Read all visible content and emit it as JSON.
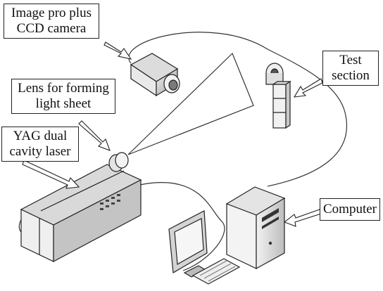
{
  "labels": {
    "camera": {
      "line1": "Image pro plus",
      "line2": "CCD camera"
    },
    "lens": {
      "line1": "Lens for forming",
      "line2": "light sheet"
    },
    "laser": {
      "line1": "YAG dual",
      "line2": "cavity laser"
    },
    "test": {
      "line1": "Test",
      "line2": "section"
    },
    "computer": {
      "line1": "Computer"
    }
  },
  "colors": {
    "ink": "#222222",
    "laser_face": "#e8e8e8",
    "laser_top": "#cfcfcf",
    "laser_side": "#b5b5b5"
  },
  "icons": [
    "ccd-camera-icon",
    "test-section-icon",
    "laser-icon",
    "lens-icon",
    "monitor-icon",
    "keyboard-icon",
    "computer-tower-icon",
    "light-sheet-icon"
  ]
}
